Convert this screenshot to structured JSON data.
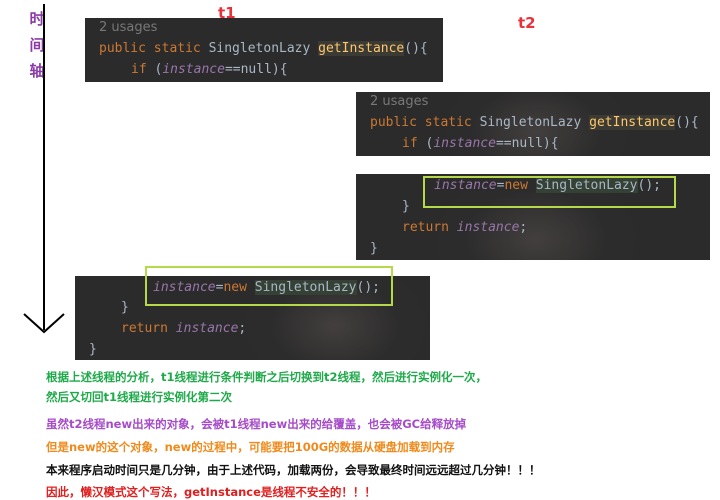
{
  "timeline": {
    "axis_chars": [
      "时",
      "间",
      "轴"
    ],
    "thread1_label": "t1",
    "thread2_label": "t2"
  },
  "panels": {
    "t1_top": {
      "usages": "2 usages",
      "line1": {
        "kw": "public static ",
        "type": "SingletonLazy ",
        "fn": "getInstance",
        "tail": "(){"
      },
      "line2": {
        "kw": "if ",
        "open": "(",
        "field": "instance",
        "rest": "==null){"
      }
    },
    "t2_top": {
      "usages": "2 usages",
      "line1": {
        "kw": "public static ",
        "type": "SingletonLazy ",
        "fn": "getInstance",
        "tail": "(){"
      },
      "line2": {
        "kw": "if ",
        "open": "(",
        "field": "instance",
        "rest": "==null){"
      }
    },
    "t2_bottom": {
      "assign": {
        "field": "instance",
        "eq": "=",
        "kw": "new ",
        "cls": "SingletonLazy",
        "tail": "();"
      },
      "close_brace": "}",
      "ret": {
        "kw": "return ",
        "field": "instance",
        "tail": ";"
      },
      "end_brace": "}"
    },
    "t1_bottom": {
      "assign": {
        "field": "instance",
        "eq": "=",
        "kw": "new ",
        "cls": "SingletonLazy",
        "tail": "();"
      },
      "close_brace": "}",
      "ret": {
        "kw": "return ",
        "field": "instance",
        "tail": ";"
      },
      "end_brace": "}"
    }
  },
  "notes": [
    {
      "text": "根据上述线程的分析，t1线程进行条件判断之后切换到t2线程，然后进行实例化一次，",
      "color": "#1faa4a"
    },
    {
      "text": "然后又切回t1线程进行实例化第二次",
      "color": "#1faa4a"
    },
    {
      "text": "虽然t2线程new出来的对象，会被t1线程new出来的给覆盖，也会被GC给释放掉",
      "color": "#a64bc9"
    },
    {
      "text": "但是new的这个对象，new的过程中，可能要把100G的数据从硬盘加载到内存",
      "color": "#f08a1c"
    },
    {
      "text": "本来程序启动时间只是几分钟，由于上述代码，加载两份，会导致最终时间远远超过几分钟！！！",
      "color": "#111111"
    },
    {
      "text": "因此，懒汉模式这个写法，getInstance是线程不安全的！！！",
      "color": "#e02020"
    }
  ]
}
